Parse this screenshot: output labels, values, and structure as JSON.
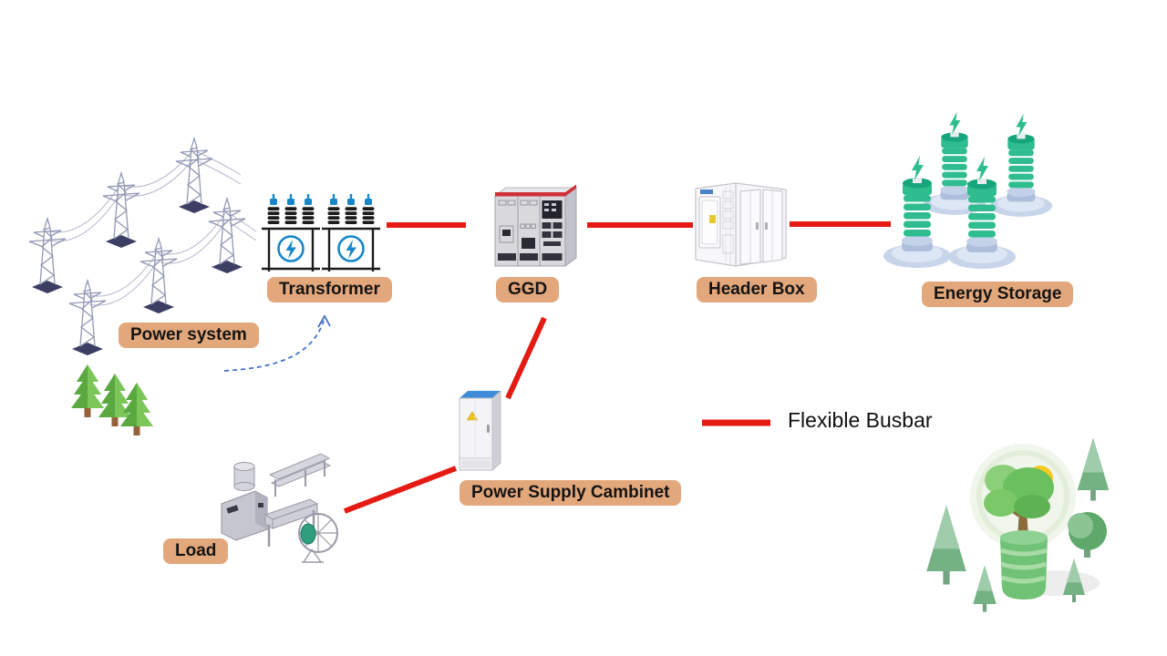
{
  "labels": {
    "power_system": "Power system",
    "transformer": "Transformer",
    "ggd": "GGD",
    "header_box": "Header Box",
    "energy_storage": "Energy Storage",
    "power_supply_cabinet": "Power Supply Cambinet",
    "load": "Load"
  },
  "legend": {
    "flexible_busbar": "Flexible Busbar"
  },
  "colors": {
    "label_background": "#E3A77C",
    "busbar_red": "#E51A12",
    "transformer_blue": "#1787C8",
    "battery_green": "#2FBD8F",
    "eco_green": "#6FC276",
    "flow_arrow_blue": "#4472C4",
    "tower_steel": "#9298B4",
    "cabinet_gray": "#D9D9DD"
  }
}
